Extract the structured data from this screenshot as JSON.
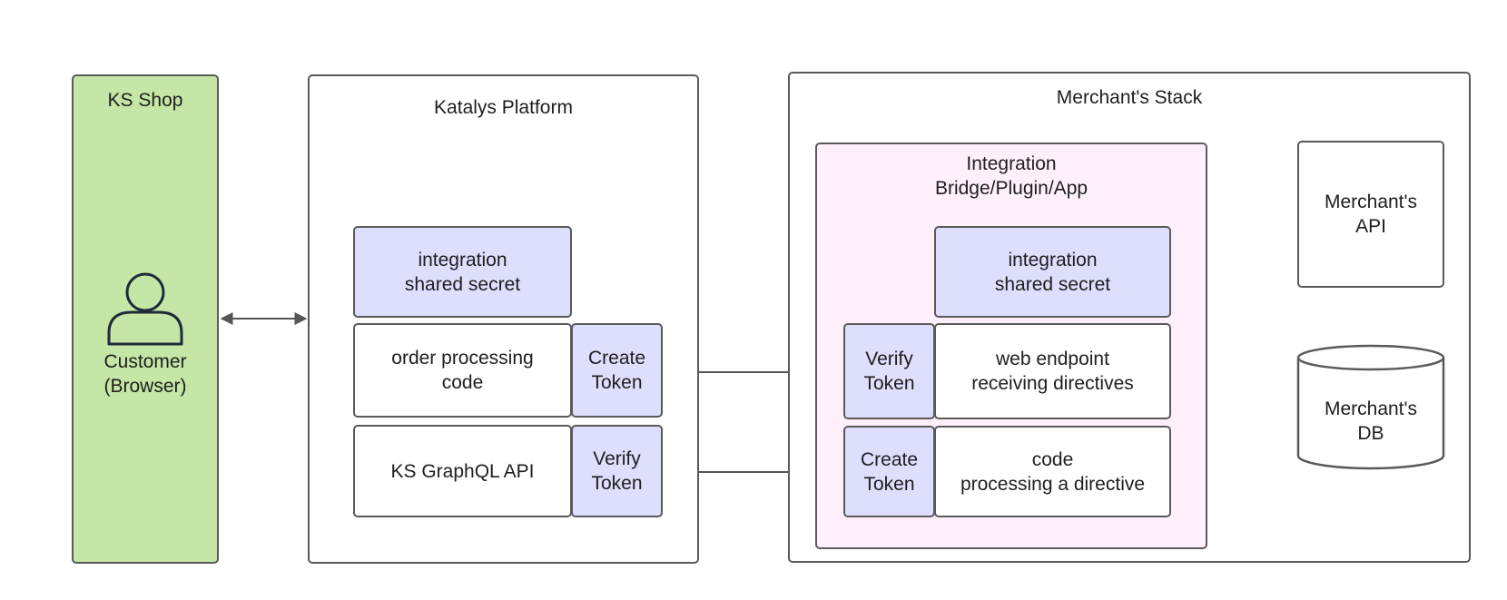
{
  "colors": {
    "stroke": "#5a5a5a",
    "shop_fill": "#c5e6a6",
    "token_fill": "#dedefd",
    "bridge_fill": "#fff0fb",
    "icon": "#1f2a3c",
    "arrow": "#555555"
  },
  "ks_shop": {
    "title": "KS Shop",
    "customer_label": "Customer\n(Browser)"
  },
  "platform": {
    "title": "Katalys Platform",
    "shared_secret": "integration\nshared secret",
    "order_processing": "order processing\ncode",
    "create_token": "Create\nToken",
    "graphql_api": "KS GraphQL API",
    "verify_token": "Verify\nToken"
  },
  "merchant_stack": {
    "title": "Merchant's Stack",
    "bridge": {
      "title": "Integration\nBridge/Plugin/App",
      "shared_secret": "integration\nshared secret",
      "verify_token": "Verify\nToken",
      "web_endpoint": "web endpoint\nreceiving directives",
      "create_token": "Create\nToken",
      "code_processing": "code\nprocessing a directive"
    },
    "merchant_api": "Merchant's\nAPI",
    "merchant_db": "Merchant's\nDB"
  }
}
